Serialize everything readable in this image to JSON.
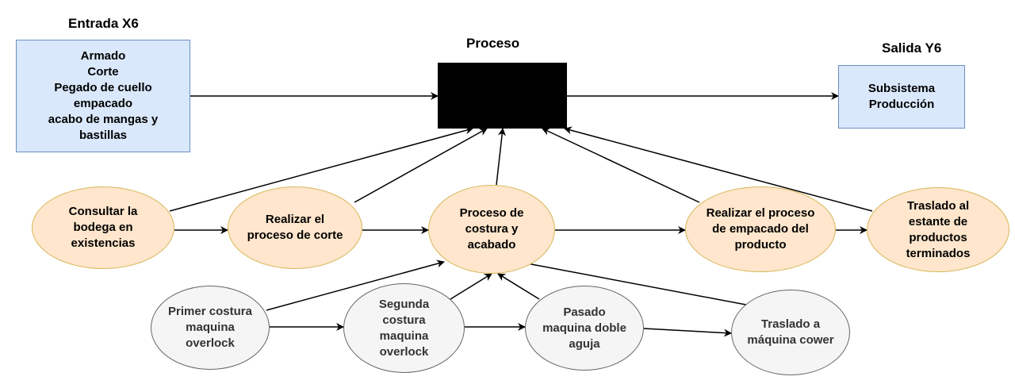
{
  "headings": {
    "input": "Entrada X6",
    "process": "Proceso",
    "output": "Salida Y6"
  },
  "input_box": {
    "lines": [
      "Armado",
      "Corte",
      "Pegado de cuello",
      "empacado",
      "acabo de mangas y",
      "bastillas"
    ]
  },
  "output_box": {
    "lines": [
      "Subsistema",
      "Producción"
    ]
  },
  "main_nodes": [
    {
      "lines": [
        "Consultar la",
        "bodega en",
        "existencias"
      ]
    },
    {
      "lines": [
        "Realizar el",
        "proceso de corte"
      ]
    },
    {
      "lines": [
        "Proceso de",
        "costura y",
        "acabado"
      ]
    },
    {
      "lines": [
        "Realizar el proceso",
        "de empacado del",
        "producto"
      ]
    },
    {
      "lines": [
        "Traslado al",
        "estante de",
        "productos",
        "terminados"
      ]
    }
  ],
  "sub_nodes": [
    {
      "lines": [
        "Primer costura",
        "maquina",
        "overlock"
      ]
    },
    {
      "lines": [
        "Segunda",
        "costura",
        "maquina",
        "overlock"
      ]
    },
    {
      "lines": [
        "Pasado",
        "maquina doble",
        "aguja"
      ]
    },
    {
      "lines": [
        "Traslado a",
        "máquina cower"
      ]
    }
  ],
  "colors": {
    "box_fill": "#dae8fc",
    "box_stroke": "#6c8ebf",
    "main_fill": "#ffe6cc",
    "main_stroke": "#d6b656",
    "sub_fill": "#f5f5f5",
    "sub_stroke": "#666666",
    "process_fill": "#000000"
  }
}
